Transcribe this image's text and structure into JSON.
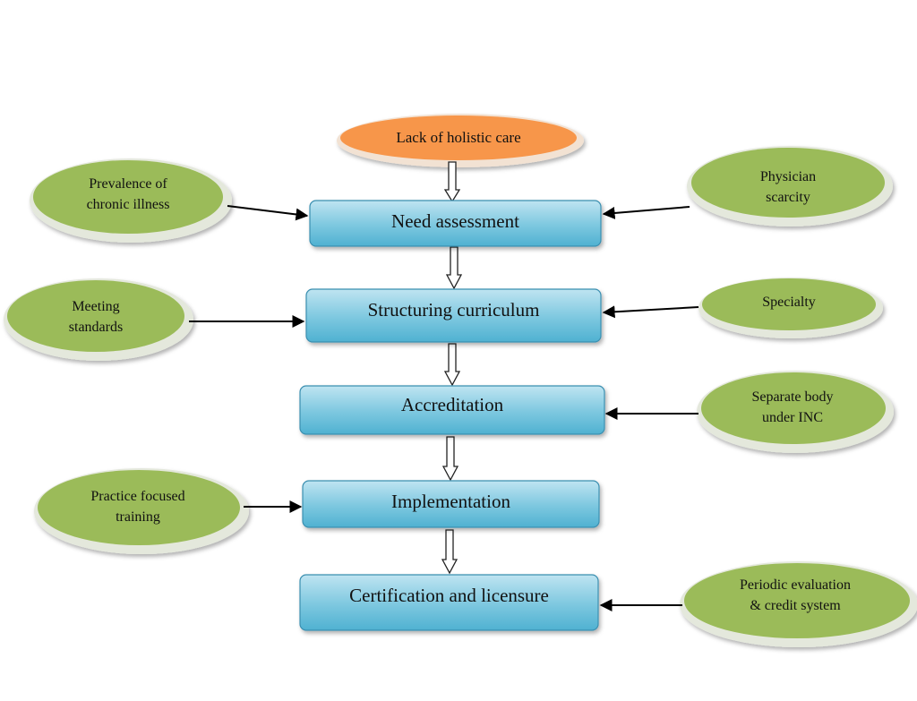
{
  "top_cause": "Lack of holistic care",
  "steps": [
    "Need assessment",
    "Structuring curriculum",
    "Accreditation",
    "Implementation",
    "Certification and licensure"
  ],
  "influences": [
    {
      "text": "Prevalence of\nchronic illness",
      "target_step": 0
    },
    {
      "text": "Physician\nscarcity",
      "target_step": 0
    },
    {
      "text": "Meeting\nstandards",
      "target_step": 1
    },
    {
      "text": "Specialty",
      "target_step": 1
    },
    {
      "text": "Separate body\nunder INC",
      "target_step": 2
    },
    {
      "text": "Practice focused\ntraining",
      "target_step": 3
    },
    {
      "text": "Periodic evaluation\n& credit system",
      "target_step": 4
    }
  ],
  "colors": {
    "step_fill_top": "#bfe4f1",
    "step_fill_bottom": "#4fb1d1",
    "step_border": "#3a8fb0",
    "oval_fill": "#9bbb59",
    "oval_rim": "#e4e8dc",
    "top_fill": "#f7964a",
    "top_rim": "#f2e2d3",
    "arrow": "#000000"
  }
}
